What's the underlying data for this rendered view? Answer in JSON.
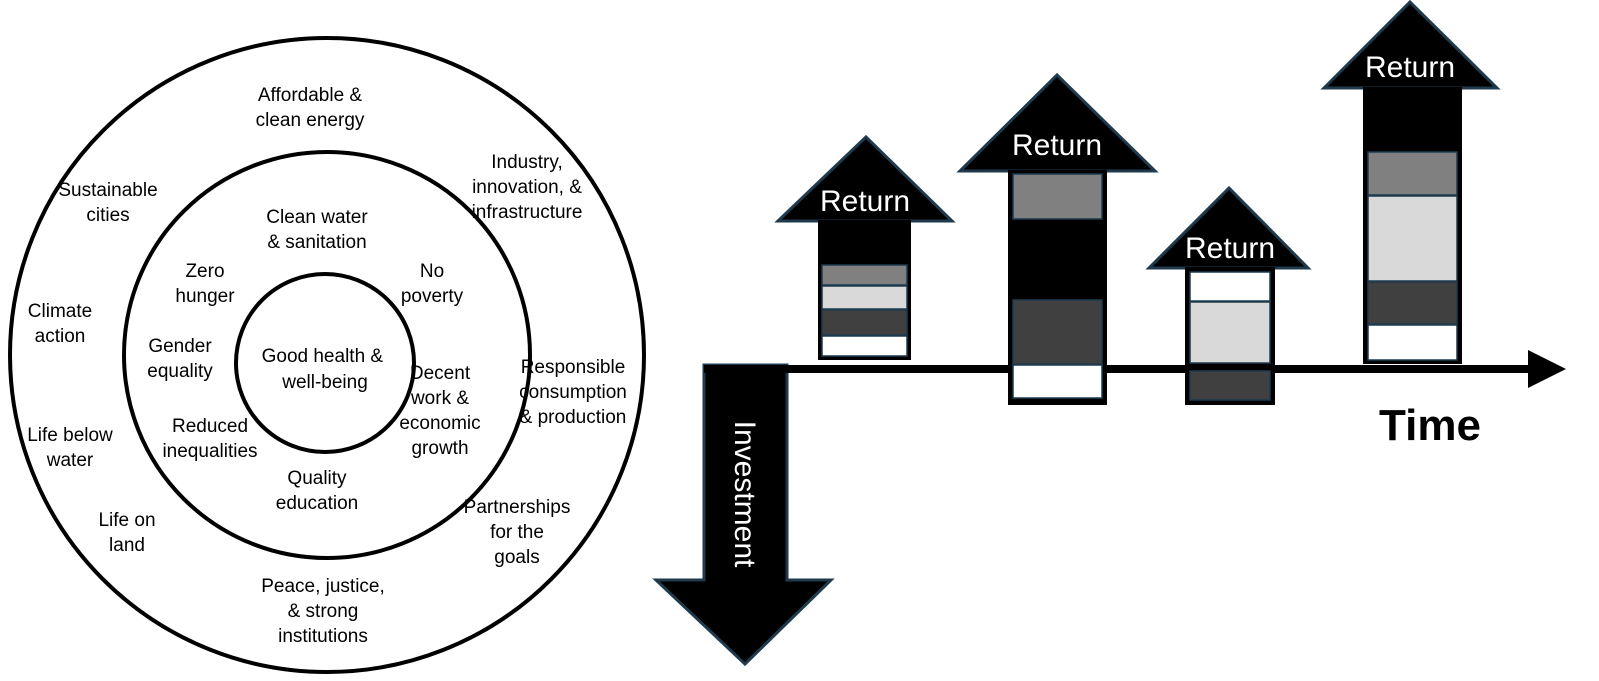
{
  "circles": {
    "center": [
      "Good health &",
      "well-being"
    ],
    "middle": [
      [
        "Clean water",
        "& sanitation"
      ],
      [
        "No",
        "poverty"
      ],
      [
        "Decent",
        "work &",
        "economic",
        "growth"
      ],
      [
        "Quality",
        "education"
      ],
      [
        "Reduced",
        "inequalities"
      ],
      [
        "Gender",
        "equality"
      ],
      [
        "Zero",
        "hunger"
      ]
    ],
    "outer": [
      [
        "Affordable &",
        "clean energy"
      ],
      [
        "Industry,",
        "innovation, &",
        "infrastructure"
      ],
      [
        "Responsible",
        "consumption",
        "& production"
      ],
      [
        "Partnerships",
        "for the",
        "goals"
      ],
      [
        "Peace, justice,",
        "& strong",
        "institutions"
      ],
      [
        "Life on",
        "land"
      ],
      [
        "Life below",
        "water"
      ],
      [
        "Climate",
        "action"
      ],
      [
        "Sustainable",
        "cities"
      ]
    ]
  },
  "timeline": {
    "axis_label": "Time",
    "investment_label": "Investment",
    "return_label": "Return",
    "colors": {
      "arrow": "#000000",
      "outline": "#1f3a4d",
      "dark": "#404040",
      "mid": "#808080",
      "light": "#d9d9d9",
      "white": "#ffffff"
    }
  }
}
